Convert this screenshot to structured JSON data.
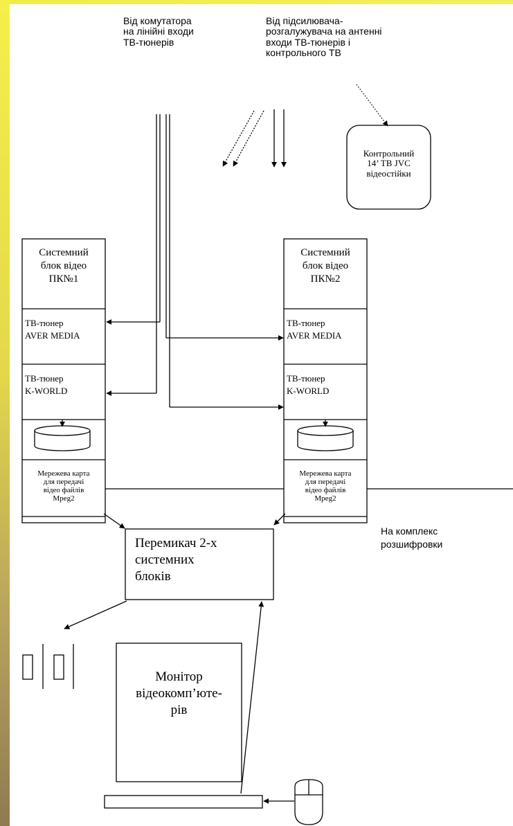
{
  "top_labels": {
    "from_switch": "Від комутатора\nна лінійні  входи\nТВ-тюнерів",
    "from_amplifier": "Від підсилювача-\nрозгалужувача на антенні\nвходи ТВ-тюнерів  і\nконтрольного ТВ"
  },
  "control_tv": {
    "label": "Контрольний\n14’ ТВ  JVC\nвідеостійки"
  },
  "pc1": {
    "title": "Системний\nблок відео\nПК№1",
    "tuner1": "ТВ-тюнер\nAVER MEDIA",
    "tuner2": "ТВ-тюнер\nK-WORLD",
    "network": "Мережева карта\nдля передачі\nвідео файлів\nMpeg2"
  },
  "pc2": {
    "title": "Системний\nблок відео\nПК№2",
    "tuner1": "ТВ-тюнер\nAVER MEDIA",
    "tuner2": "ТВ-тюнер\nK-WORLD",
    "network": "Мережева карта\nдля передачі\nвідео файлів\nMpeg2"
  },
  "decoding_label": "На комплекс\nрозшифровки",
  "switch_box": {
    "label": "Перемикач 2-х\nсистемних\nблоків"
  },
  "monitor": {
    "label": "Монітор\nвідеокомп’юте-\nрів"
  },
  "colors": {
    "stroke": "#000000",
    "band": "#f3ec45"
  }
}
